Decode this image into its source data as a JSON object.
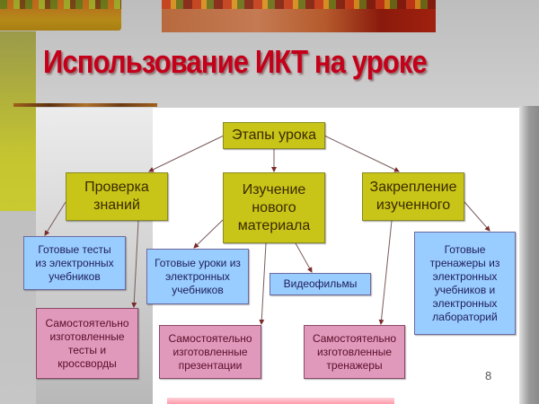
{
  "slide": {
    "title": "Использование ИКТ на уроке",
    "page_number": "8"
  },
  "diagram": {
    "root": {
      "label": "Этапы урока"
    },
    "stages": [
      {
        "label": "Проверка знаний"
      },
      {
        "label": "Изучение нового материала"
      },
      {
        "label": "Закрепление изученного"
      }
    ],
    "leaves": {
      "ready_tests": "Готовые тесты из электронных учебников",
      "self_tests_crosswords": "Самостоятельно изготовленные тесты и кроссворды",
      "ready_lessons": "Готовые уроки из электронных учебников",
      "videos": "Видеофильмы",
      "self_presentations": "Самостоятельно изготовленные презентации",
      "self_trainers": "Самостоятельно изготовленные тренажеры",
      "ready_trainers": "Готовые тренажеры из электронных учебников и электронных лабораторий"
    }
  },
  "colors": {
    "title": "#c4001a",
    "stage_box": "#c8c418",
    "ready_box": "#99ccff",
    "self_box": "#e099bb",
    "arrow": "#7a5a5a"
  }
}
